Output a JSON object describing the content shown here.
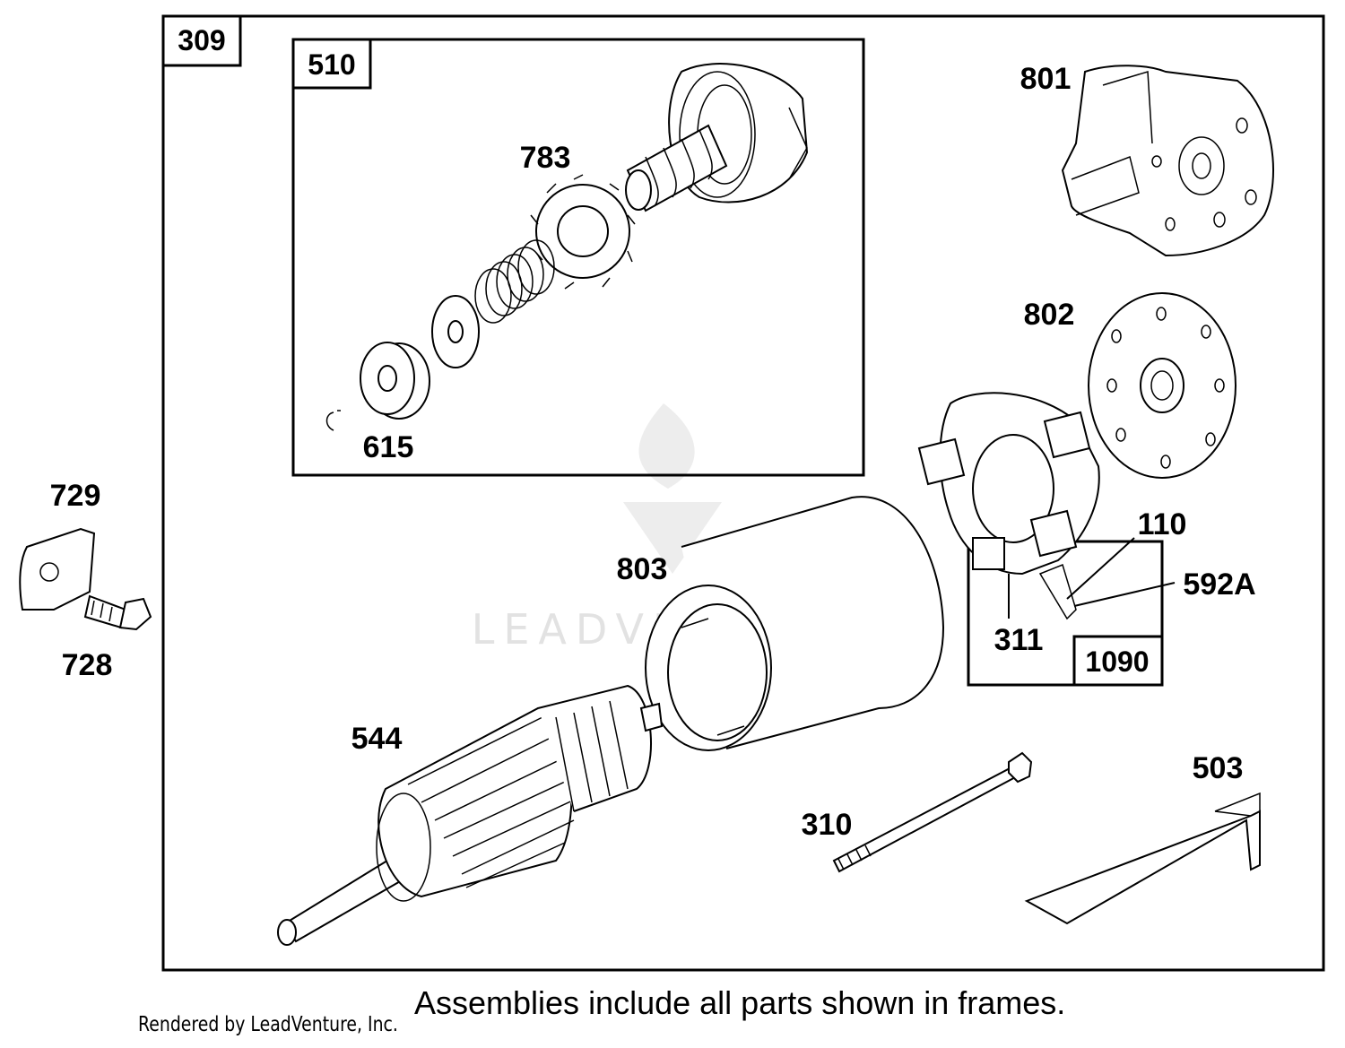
{
  "frames": {
    "main": "309",
    "drive_assembly": "510",
    "brush_assembly": "1090"
  },
  "parts": {
    "p801": "801",
    "p802": "802",
    "p783": "783",
    "p615": "615",
    "p729": "729",
    "p728": "728",
    "p803": "803",
    "p110": "110",
    "p592a": "592A",
    "p311": "311",
    "p544": "544",
    "p503": "503",
    "p310": "310"
  },
  "watermark": "LEADVENTURE",
  "footer": {
    "note": "Assemblies include all parts shown in frames.",
    "rendered_by": "Rendered by LeadVenture, Inc."
  }
}
